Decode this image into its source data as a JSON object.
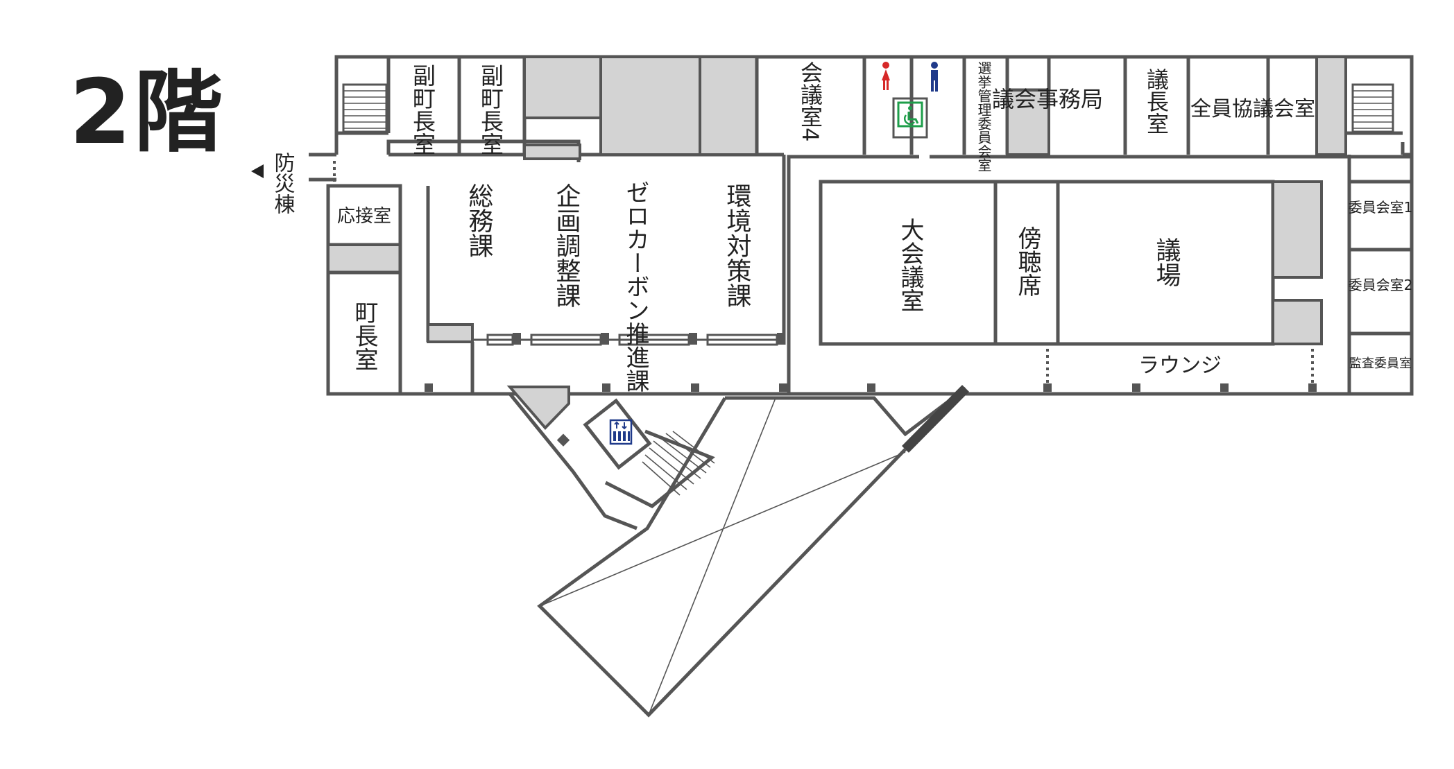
{
  "floor_title": "2階",
  "rooms": {
    "vice_mayor_1": "副町長室",
    "vice_mayor_2": "副町長室",
    "meeting_room_4": "会議室4",
    "election_committee": "選挙管理委員会室",
    "assembly_secretariat": "議会事務局",
    "chairman_room": "議長室",
    "plenary_council_room": "全員協議会室",
    "reception_room": "応接室",
    "mayor_room": "町長室",
    "general_affairs": "総務課",
    "planning": "企画調整課",
    "zero_carbon": "ゼロカーボン推進課",
    "environment": "環境対策課",
    "large_meeting_room": "大会議室",
    "gallery": "傍聴席",
    "assembly_hall": "議場",
    "committee_room_1": "委員会室1",
    "committee_room_2": "委員会室2",
    "audit_committee_room": "監査委員室",
    "lounge": "ラウンジ"
  },
  "exits": {
    "disaster_building": "防災棟"
  },
  "icons": [
    "restroom-women-icon",
    "restroom-men-icon",
    "accessible-toilet-icon",
    "elevator-icon",
    "stairs-icon",
    "arrow-left-icon"
  ],
  "colors": {
    "wall": "#555555",
    "shaded_area": "#d3d3d3",
    "women": "#d62828",
    "men": "#1f3a8a",
    "accessible": "#1e9e4a",
    "elevator": "#1f3a8a"
  }
}
